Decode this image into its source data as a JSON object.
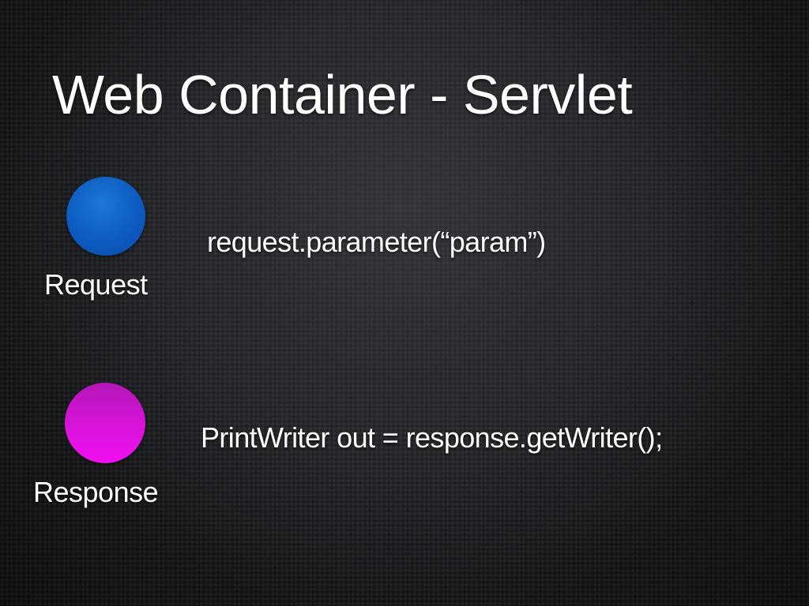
{
  "slide": {
    "title": "Web Container - Servlet",
    "items": [
      {
        "label": "Request",
        "code": "request.parameter(“param”)",
        "color": "#0d5bc0"
      },
      {
        "label": "Response",
        "code": "PrintWriter out = response.getWriter();",
        "color": "#d514d8"
      }
    ]
  }
}
